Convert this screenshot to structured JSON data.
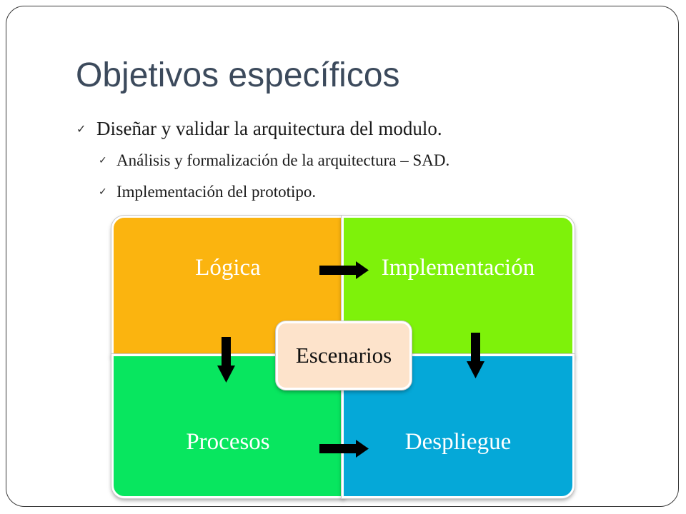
{
  "title": "Objetivos específicos",
  "bullets": [
    {
      "level": 1,
      "text": "Diseñar y validar la arquitectura del modulo."
    },
    {
      "level": 2,
      "text": "Análisis y formalización de la arquitectura – SAD."
    },
    {
      "level": 2,
      "text": "Implementación del prototipo."
    }
  ],
  "diagram": {
    "quadrants": {
      "top_left": {
        "label": "Lógica",
        "color": "#fbb40f"
      },
      "top_right": {
        "label": "Implementación",
        "color": "#7ef20a"
      },
      "bottom_left": {
        "label": "Procesos",
        "color": "#08e65f"
      },
      "bottom_right": {
        "label": "Despliegue",
        "color": "#05a8d8"
      }
    },
    "center": {
      "label": "Escenarios",
      "color": "#fde3cb"
    }
  }
}
